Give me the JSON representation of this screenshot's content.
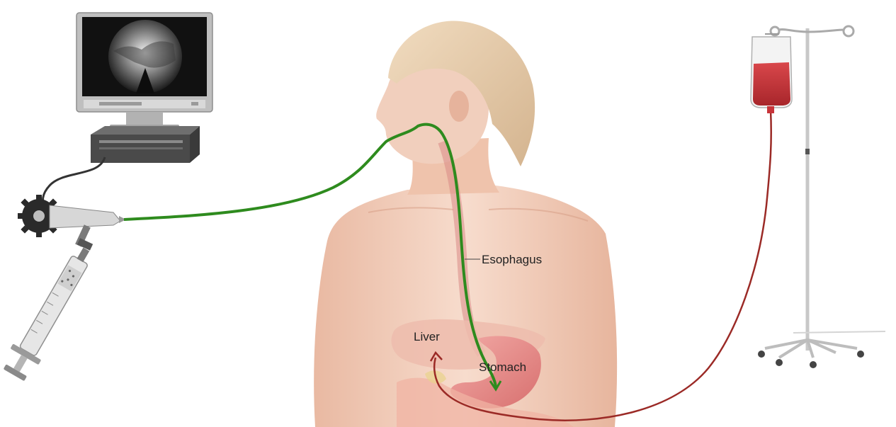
{
  "labels": {
    "esophagus": "Esophagus",
    "liver": "Liver",
    "stomach": "Stomach"
  },
  "colors": {
    "background": "#ffffff",
    "endoscope_tube": "#2e8b1e",
    "blood_line": "#9b2a26",
    "blood_bag": "#c8343a",
    "skin": "#f1c9b4",
    "hair": "#e8cfae",
    "stomach": "#e88e8e",
    "liver": "#e9b7a6",
    "monitor": "#c7c7c7",
    "pole": "#c8c8c8"
  },
  "icons": [
    "computer-monitor-icon",
    "computer-tower-icon",
    "endoscope-control-icon",
    "syringe-icon",
    "iv-pole-icon",
    "blood-bag-icon"
  ]
}
